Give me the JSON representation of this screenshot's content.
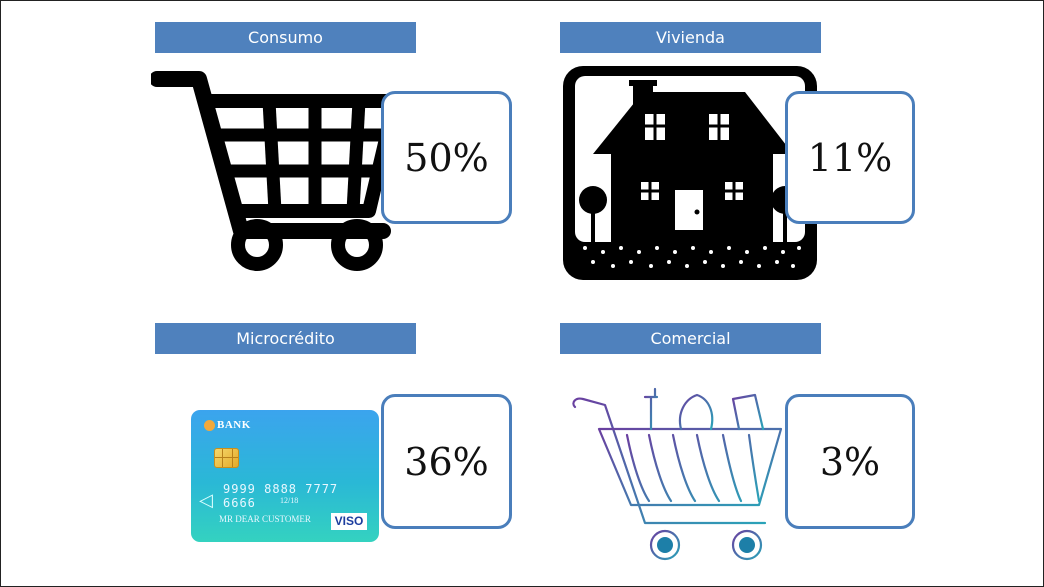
{
  "categories": [
    {
      "label": "Consumo",
      "percent": "50%",
      "icon": "shopping-cart-icon"
    },
    {
      "label": "Vivienda",
      "percent": "11%",
      "icon": "house-icon"
    },
    {
      "label": "Microcrédito",
      "percent": "36%",
      "icon": "credit-card-icon"
    },
    {
      "label": "Comercial",
      "percent": "3%",
      "icon": "grocery-cart-icon"
    }
  ],
  "credit_card": {
    "bank": "BANK",
    "number": "9999 8888 7777 6666",
    "expiry": "12/18",
    "holder": "MR DEAR CUSTOMER",
    "brand": "VISO"
  },
  "colors": {
    "header": "#4f81bd",
    "box_border": "#4a7ebb",
    "card_top": "#3ba4ee",
    "card_bottom": "#34d2c0"
  }
}
